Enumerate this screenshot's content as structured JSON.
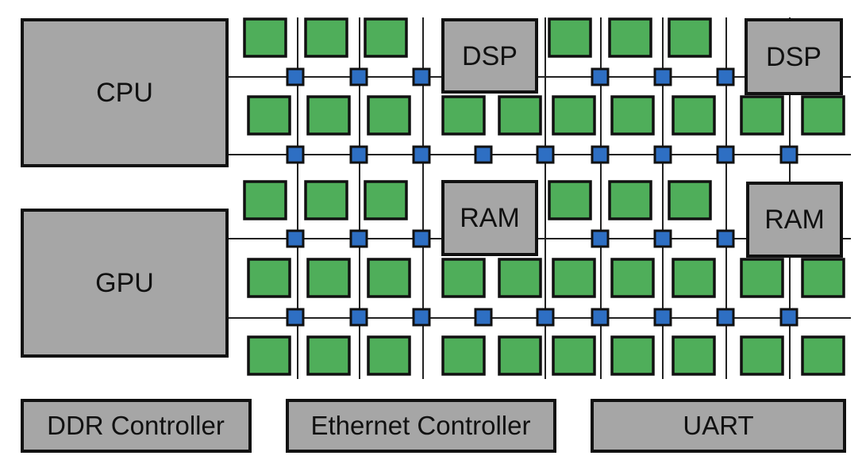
{
  "blocks": {
    "cpu": "CPU",
    "gpu": "GPU",
    "dsp": "DSP",
    "ram": "RAM",
    "ddr_controller": "DDR Controller",
    "ethernet_controller": "Ethernet Controller",
    "uart": "UART"
  },
  "colors": {
    "block_fill": "#a6a6a6",
    "tile_fill": "#4fae5a",
    "router_fill": "#2e6fc3",
    "outline": "#111111",
    "wire": "#222222"
  },
  "icons": {
    "processing_tile": "green-square",
    "router": "blue-square"
  }
}
